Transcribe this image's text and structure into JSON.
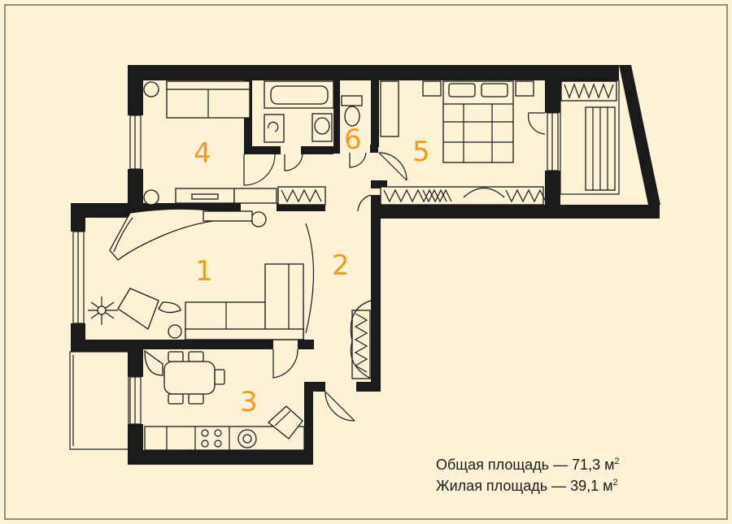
{
  "rooms": [
    {
      "number": "1"
    },
    {
      "number": "2"
    },
    {
      "number": "3"
    },
    {
      "number": "4"
    },
    {
      "number": "5"
    },
    {
      "number": "6"
    }
  ],
  "areas": {
    "total": {
      "label": "Общая площадь — 71,3 м",
      "superscript": "2"
    },
    "living": {
      "label": "Жилая площадь — 39,1 м",
      "superscript": "2"
    }
  },
  "colors": {
    "background": "#fcf2d6",
    "walls": "#1a1a1a",
    "room_numbers": "#f19a1c"
  }
}
